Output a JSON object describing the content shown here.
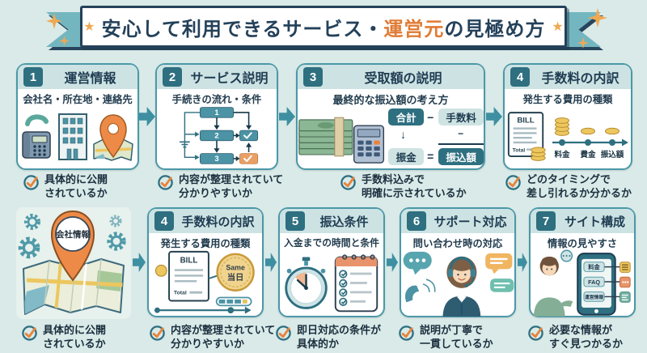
{
  "colors": {
    "background": "#d9eae8",
    "card_border": "#4b98a8",
    "header_strip": "#cde3e3",
    "badge": "#2e6f80",
    "navy": "#1d3a50",
    "orange": "#e8833a",
    "ribbon": "#74b6c0",
    "sparkle": "#efa953"
  },
  "header": {
    "star": "★",
    "title_pre": "安心して利用できるサービス・",
    "title_highlight": "運営元",
    "title_post": "の見極め方"
  },
  "top_row": [
    {
      "num": "1",
      "title": "運営情報",
      "subtitle": "会社名・所在地・連絡先",
      "check1": "具体的に公開",
      "check2": "されているか"
    },
    {
      "num": "2",
      "title": "サービス説明",
      "subtitle": "手続きの流れ・条件",
      "check1": "内容が整理されていて",
      "check2": "分かりやすいか"
    },
    {
      "num": "3",
      "title": "受取額の説明",
      "subtitle": "最終的な振込額の考え方",
      "check1": "手数料込みで",
      "check2": "明確に示されているか"
    },
    {
      "num": "4",
      "title": "手数料の内訳",
      "subtitle": "発生する費用の種類",
      "check1": "どのタイミングで",
      "check2": "差し引れるか分かるか"
    }
  ],
  "bottom_row": {
    "map": {
      "pin_label": "会社情報",
      "check1": "具体的に公開",
      "check2": "されているか"
    },
    "cards": [
      {
        "num": "4",
        "title": "手数料の内訳",
        "subtitle": "発生する費用の種類",
        "check1": "内容が整理されていて",
        "check2": "分かりやすいか"
      },
      {
        "num": "5",
        "title": "振込条件",
        "subtitle": "入金までの時間と条件",
        "check1": "即日対応の条件が",
        "check2": "具体的か"
      },
      {
        "num": "6",
        "title": "サポート対応",
        "subtitle": "問い合わせ時の対応",
        "check1": "説明が丁寧で",
        "check2": "一貫しているか"
      },
      {
        "num": "7",
        "title": "サイト構成",
        "subtitle": "情報の見やすさ",
        "check1": "必要な情報が",
        "check2": "すぐ見つかるか"
      }
    ]
  },
  "flowchart": {
    "step1": "1",
    "step2": "2",
    "step3": "3"
  },
  "formula": {
    "total": "合計",
    "minus": "−",
    "fee": "手数料",
    "arrow_down": "↓",
    "minus2": "−",
    "transfer": "振金",
    "equals": "=",
    "amount": "振込額"
  },
  "bill": {
    "title": "BILL",
    "total": "Total"
  },
  "timeline": {
    "labels": [
      "料金",
      "費金",
      "振込額"
    ]
  },
  "same_day": {
    "top": "Same",
    "bottom": "当日"
  },
  "phone_menu": {
    "items": [
      "料金",
      "FAQ",
      "運営情報"
    ]
  }
}
